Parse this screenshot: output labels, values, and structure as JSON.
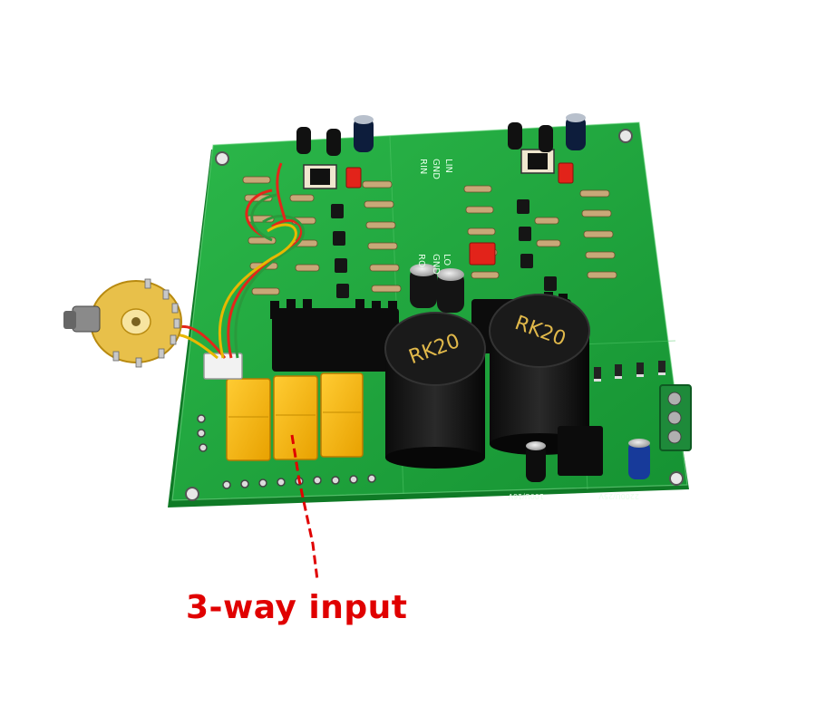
{
  "annotation": {
    "caption": "3-way input",
    "color": "#e00000"
  },
  "board": {
    "pcb_color": "#1fa63a",
    "capacitor_labels": [
      "RK20",
      "RK20"
    ],
    "silkscreen": [
      "LIN",
      "GND",
      "RIN",
      "LO",
      "GND",
      "RO",
      "100U/16V",
      "2200U/25V"
    ]
  }
}
